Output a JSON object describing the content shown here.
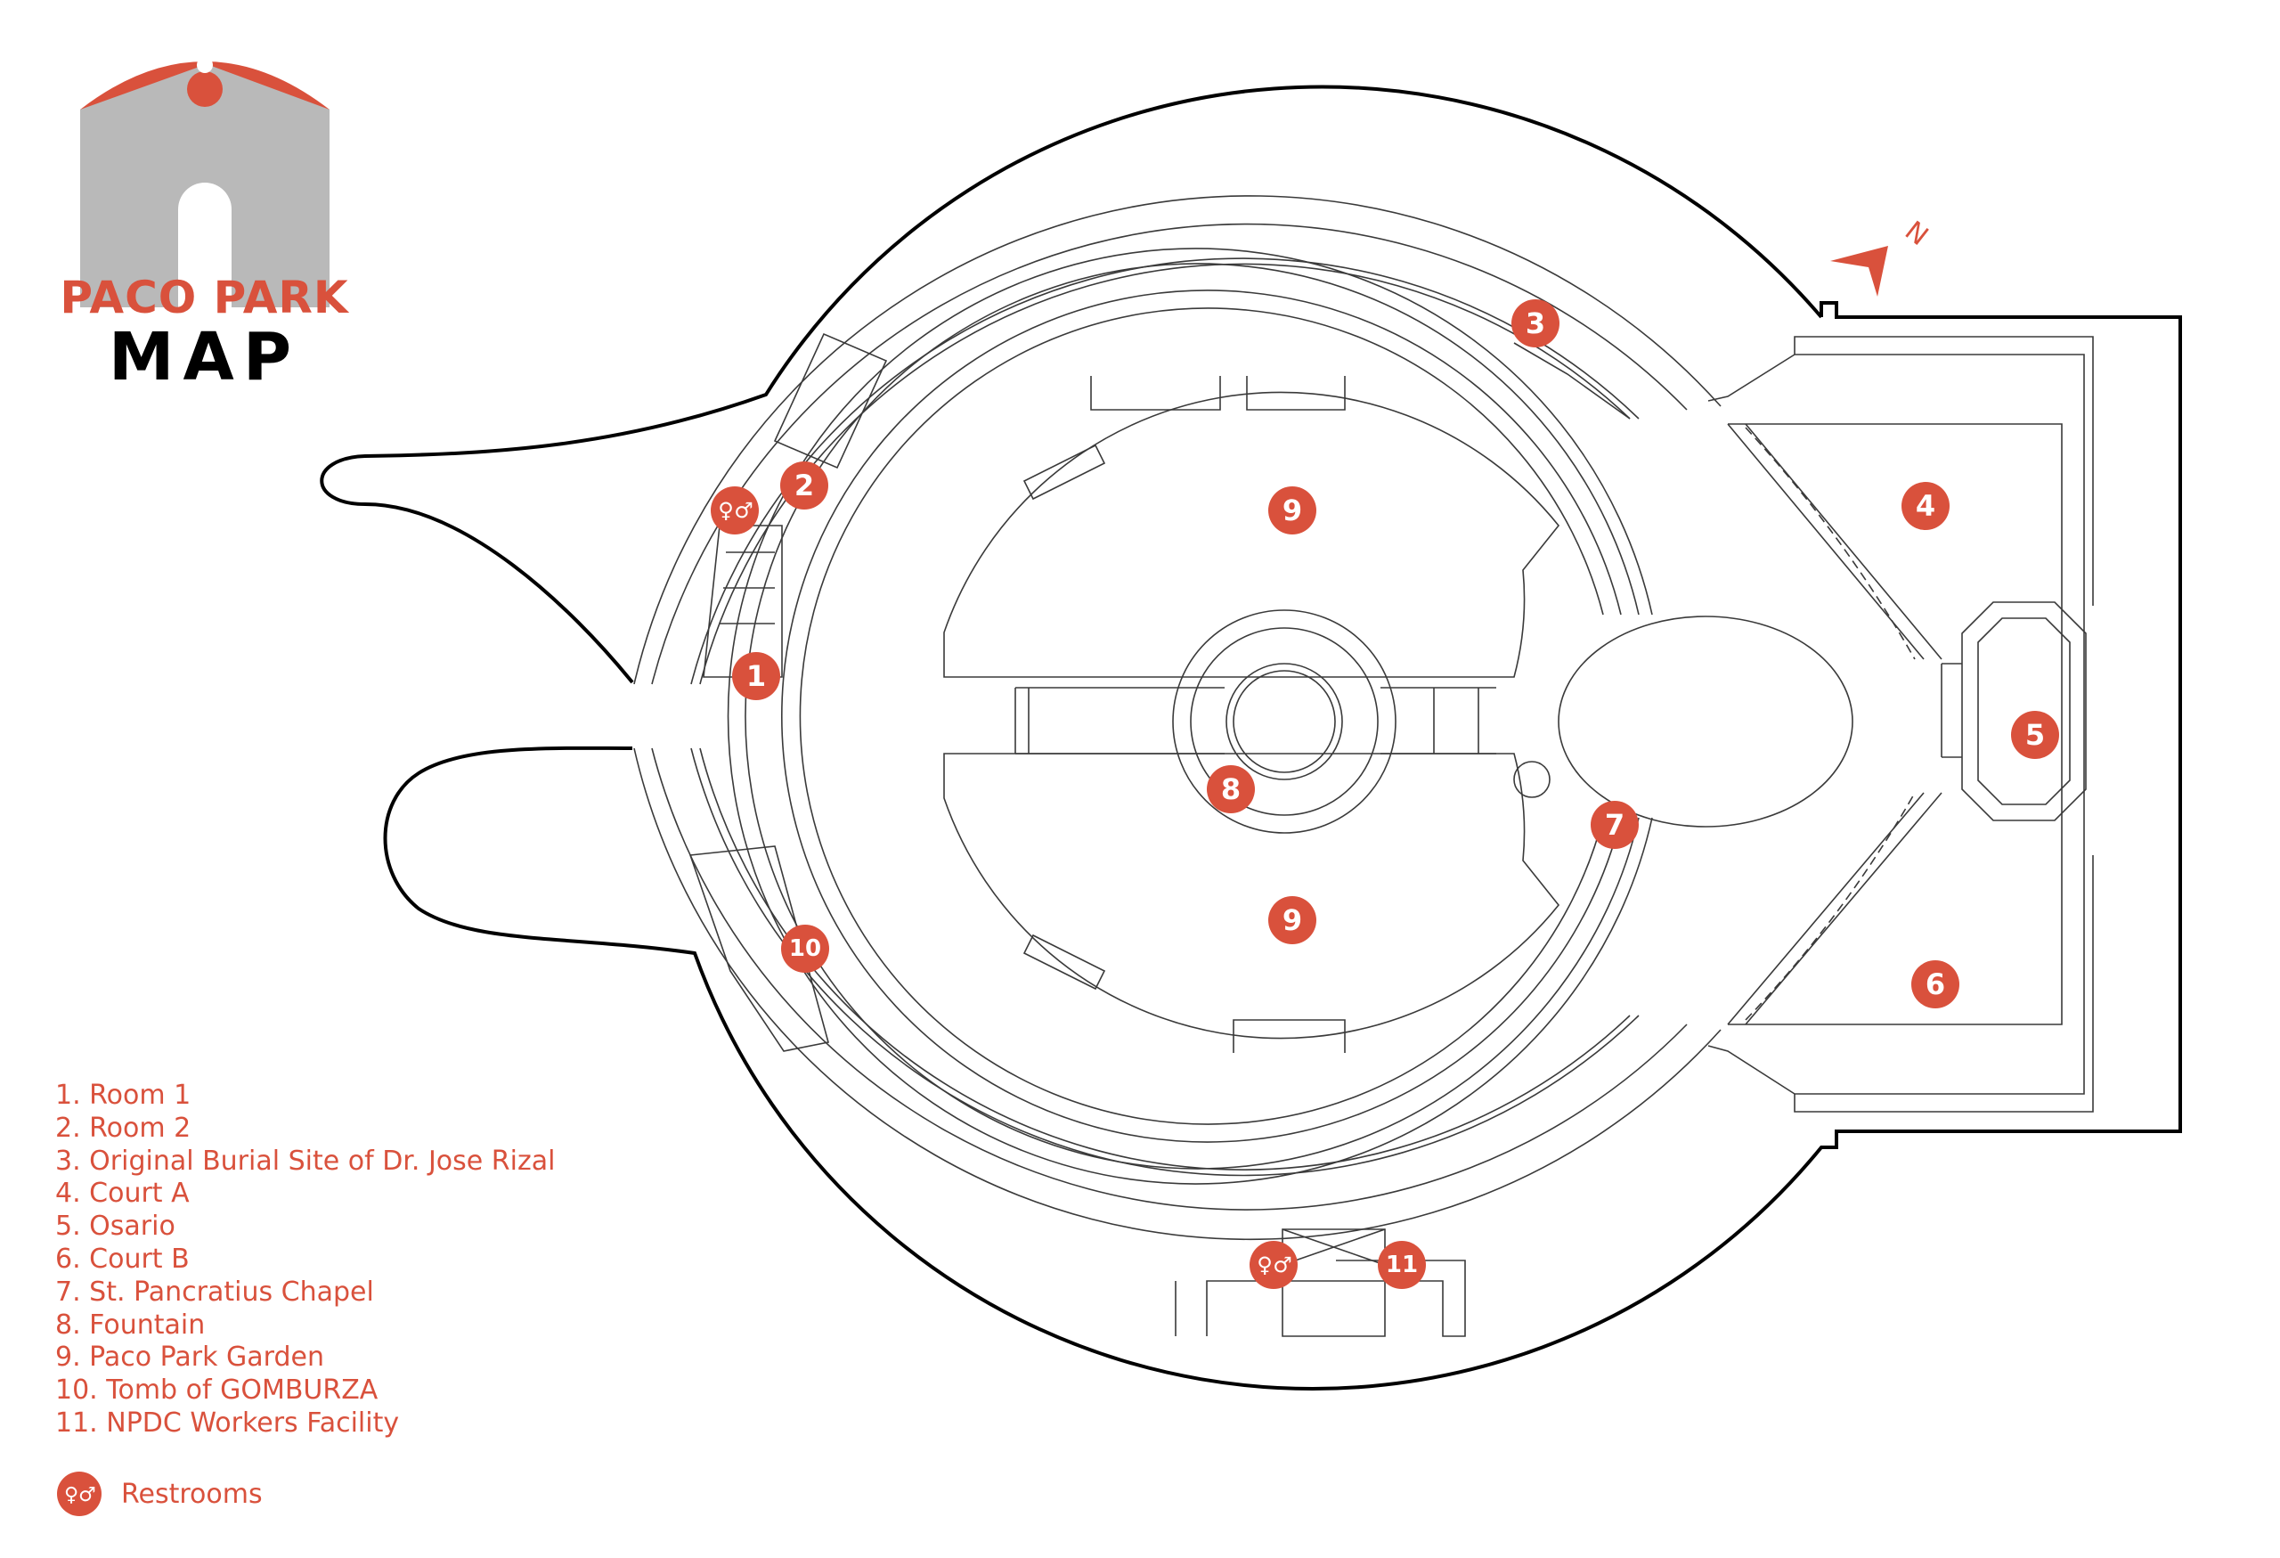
{
  "title": {
    "line1": "PACO PARK",
    "line2": "MAP"
  },
  "compass": {
    "label": "N"
  },
  "markers": [
    {
      "id": "1",
      "label": "1"
    },
    {
      "id": "2",
      "label": "2"
    },
    {
      "id": "3",
      "label": "3"
    },
    {
      "id": "4",
      "label": "4"
    },
    {
      "id": "5",
      "label": "5"
    },
    {
      "id": "6",
      "label": "6"
    },
    {
      "id": "7",
      "label": "7"
    },
    {
      "id": "8",
      "label": "8"
    },
    {
      "id": "9a",
      "label": "9"
    },
    {
      "id": "9b",
      "label": "9"
    },
    {
      "id": "10",
      "label": "10"
    },
    {
      "id": "11",
      "label": "11"
    }
  ],
  "legend": {
    "items": [
      "1. Room 1",
      "2. Room 2",
      "3. Original Burial Site of Dr. Jose Rizal",
      "4. Court A",
      "5. Osario",
      "6. Court B",
      "7. St. Pancratius Chapel",
      "8. Fountain",
      "9. Paco Park Garden",
      "10. Tomb of GOMBURZA",
      "11. NPDC Workers Facility"
    ],
    "restrooms": "Restrooms"
  },
  "colors": {
    "accent": "#d9513c",
    "logo_gray": "#b9b9b9",
    "line": "#3a3a3a"
  },
  "icons": {
    "restroom": "restroom-icon",
    "compass": "north-arrow-icon",
    "logo": "paco-park-logo"
  }
}
